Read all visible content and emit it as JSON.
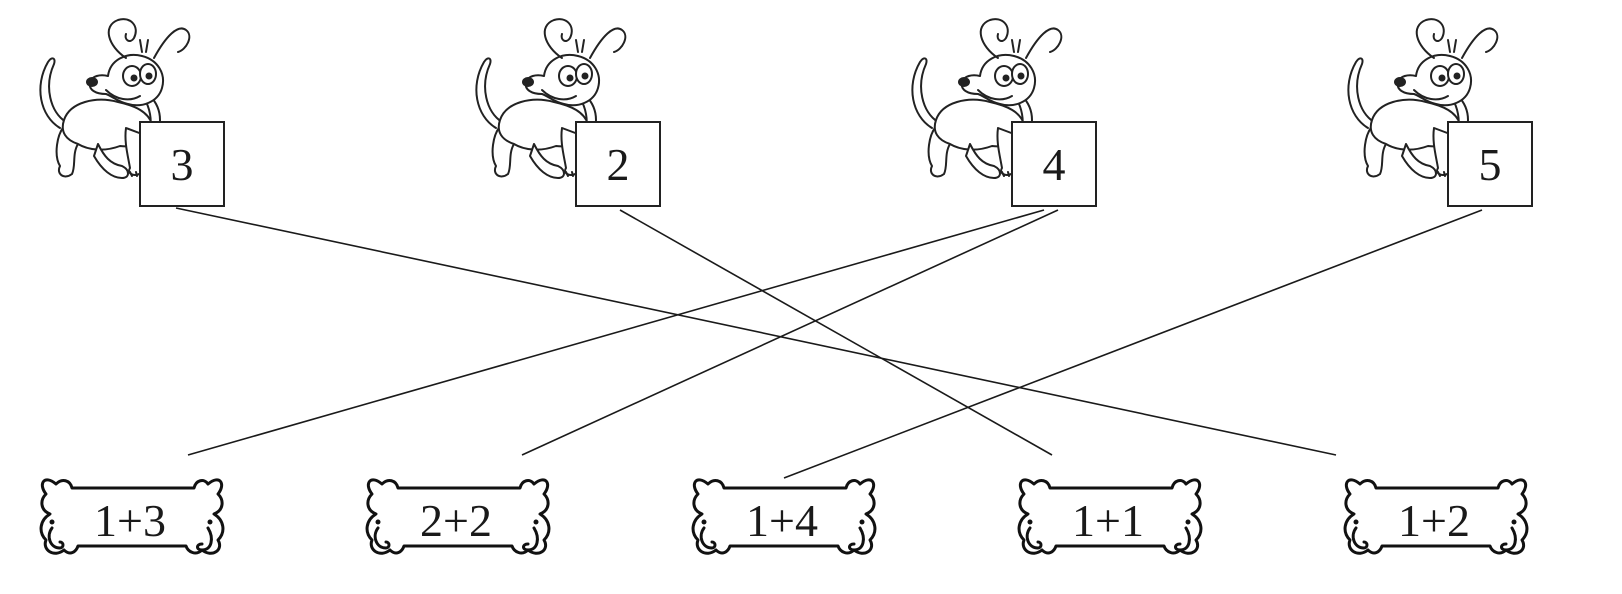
{
  "dogs": [
    {
      "number": "3"
    },
    {
      "number": "2"
    },
    {
      "number": "4"
    },
    {
      "number": "5"
    }
  ],
  "bones": [
    {
      "expression": "1+3"
    },
    {
      "expression": "2+2"
    },
    {
      "expression": "1+4"
    },
    {
      "expression": "1+1"
    },
    {
      "expression": "1+2"
    }
  ],
  "connections": [
    {
      "dog": 0,
      "bone": 4
    },
    {
      "dog": 1,
      "bone": 3
    },
    {
      "dog": 2,
      "bone": 0
    },
    {
      "dog": 2,
      "bone": 1
    },
    {
      "dog": 3,
      "bone": 2
    }
  ],
  "icons": {
    "dog": "dog-icon",
    "bone": "bone-icon"
  }
}
